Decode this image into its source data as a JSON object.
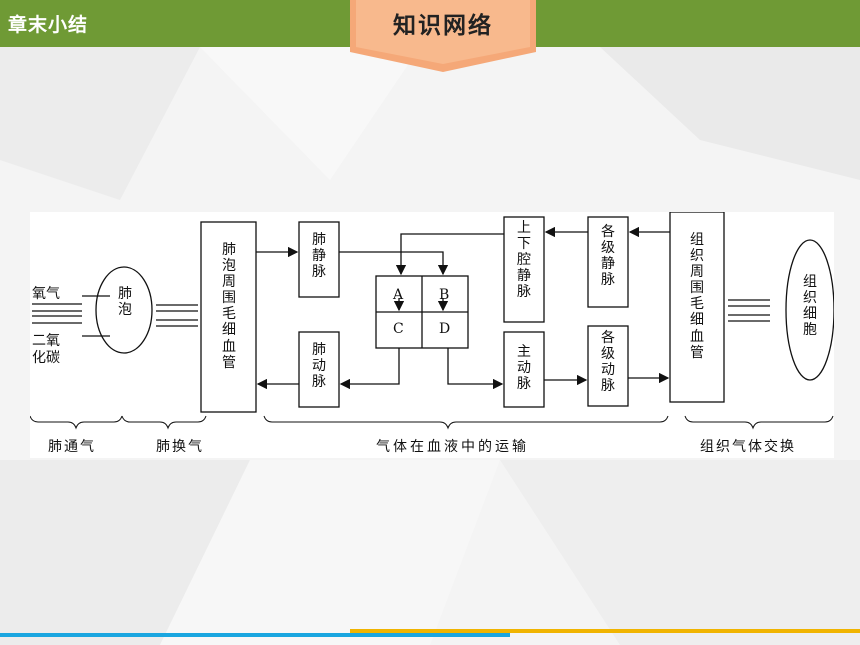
{
  "header": {
    "section_label": "章末小结",
    "title": "知识网络"
  },
  "diagram": {
    "input_gas_top": "氧气",
    "input_gas_bottom": "二氧化碳",
    "alveoli": "肺泡",
    "lung_capillaries": "肺泡周围毛细血管",
    "pulmonary_vein": "肺静脉",
    "pulmonary_artery": "肺动脉",
    "heart_a": "A",
    "heart_b": "B",
    "heart_c": "C",
    "heart_d": "D",
    "vena_cava": "上下腔静脉",
    "aorta": "主动脉",
    "veins_all_levels": "各级静脉",
    "arteries_all_levels": "各级动脉",
    "tissue_capillaries": "组织周围毛细血管",
    "tissue_cells": "组织细胞",
    "stage_1": "肺通气",
    "stage_2": "肺换气",
    "stage_3": "气体在血液中的运输",
    "stage_4": "组织气体交换"
  },
  "colors": {
    "header_green": "#6f9a35",
    "tab_orange": "#f5a878",
    "bottom_blue": "#1aa6e0",
    "bottom_yellow": "#f0b400"
  }
}
